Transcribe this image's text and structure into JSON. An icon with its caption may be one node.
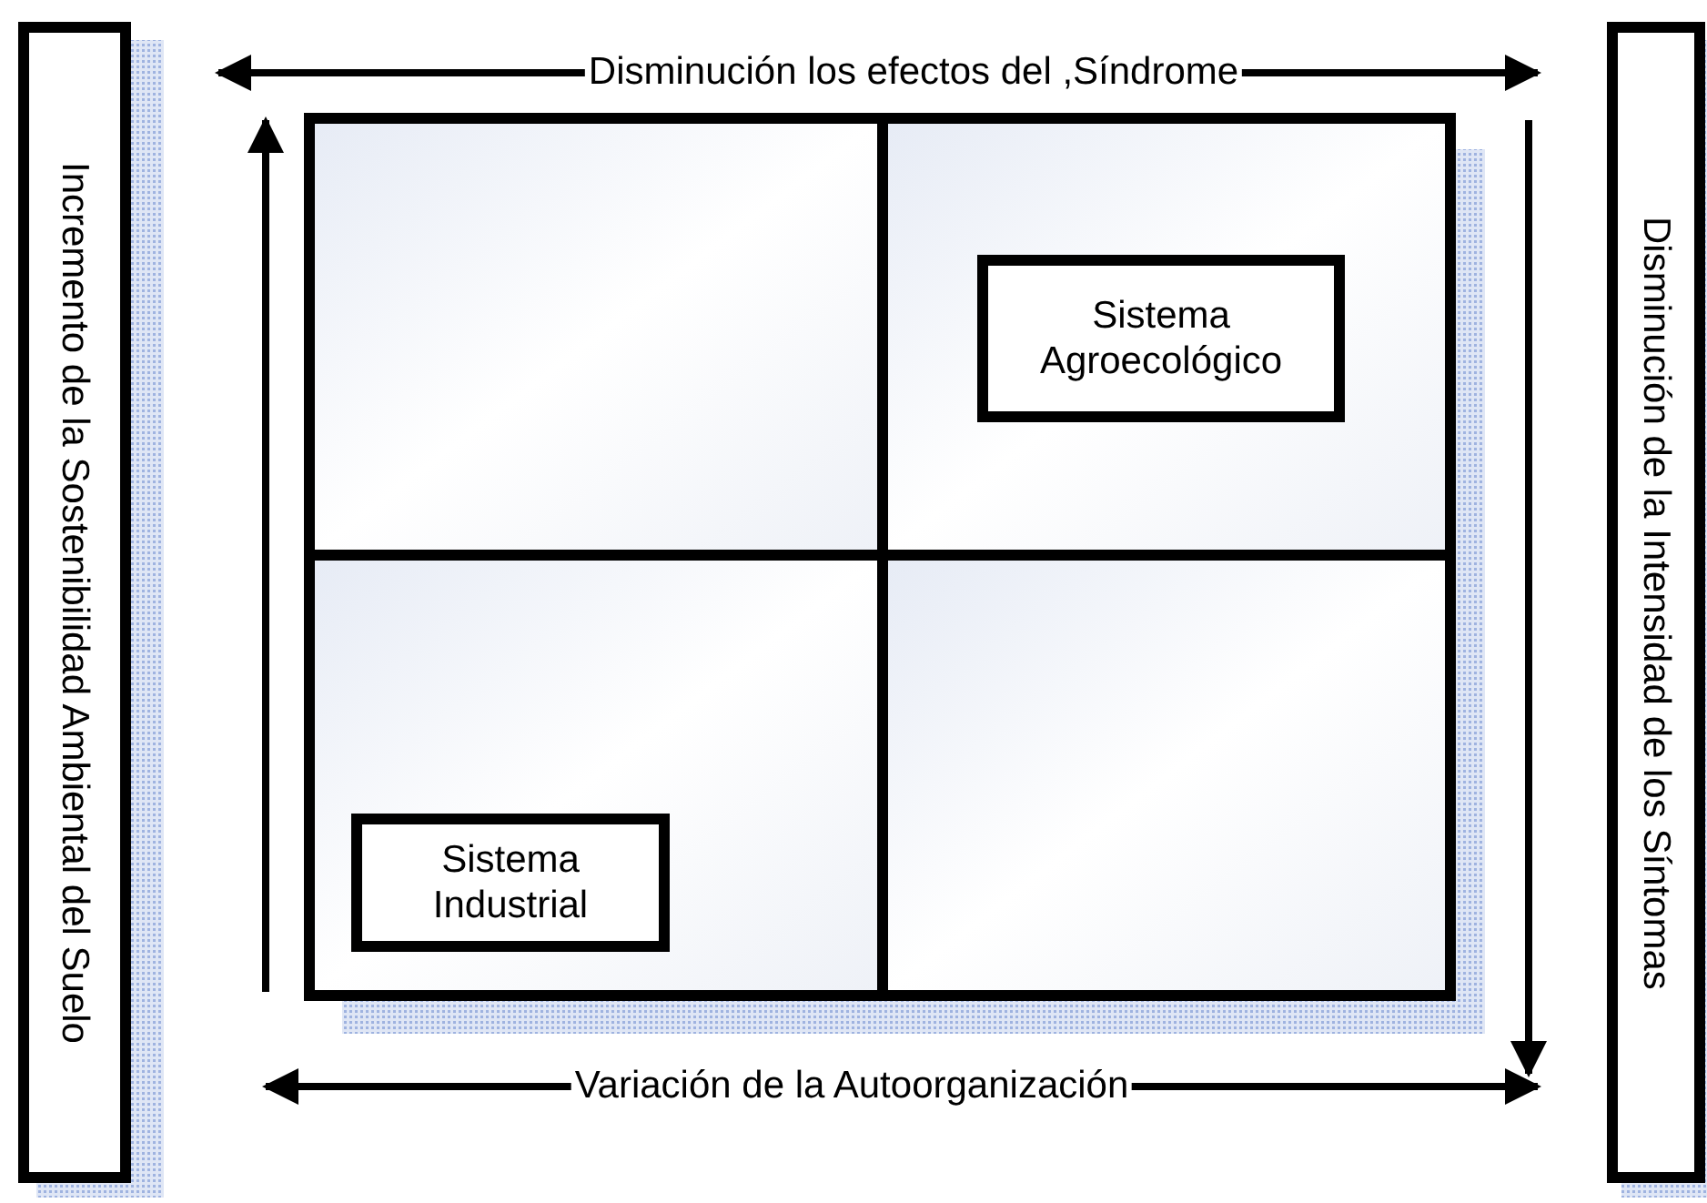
{
  "diagram": {
    "nodes": [
      {
        "text": [
          "Incremento de la Sostenibilidad Ambiental del Suelo"
        ]
      },
      {
        "text": [
          "Disminución de la Intensidad de los Síntomas"
        ]
      },
      {
        "text": [
          "Sistema Agroecológico"
        ]
      },
      {
        "text": [
          "Sistema Industrial"
        ]
      }
    ],
    "labels": [
      "Disminución los efectos del ,Síndrome",
      "Variación de la Autoorganización"
    ]
  }
}
